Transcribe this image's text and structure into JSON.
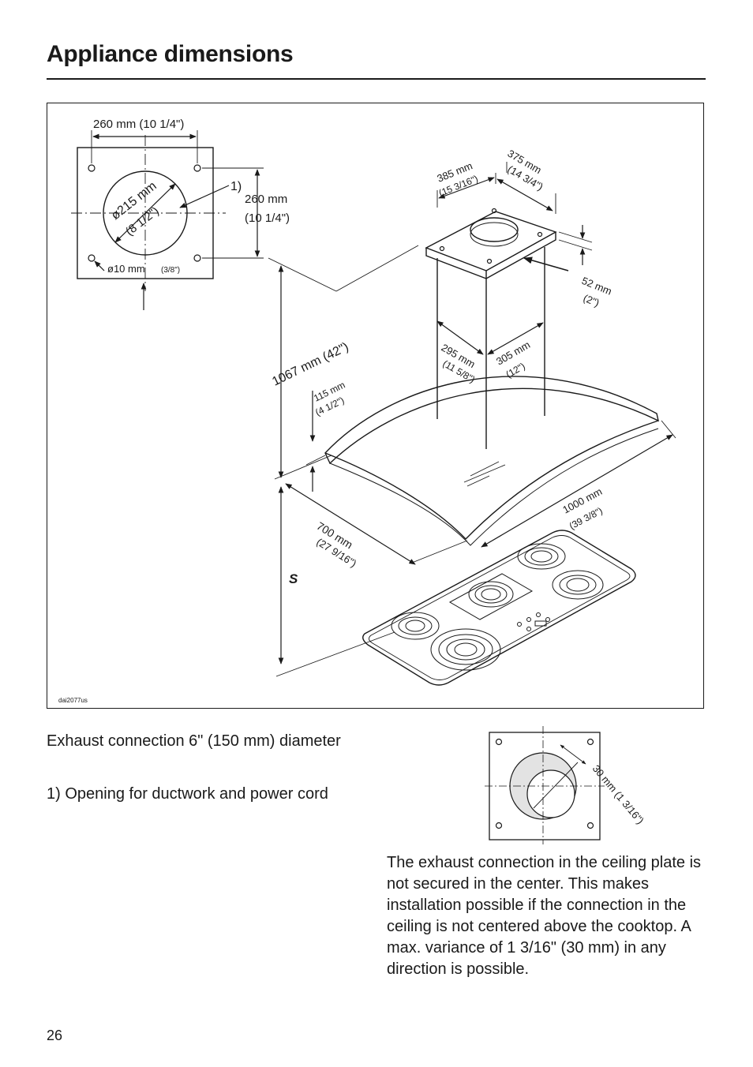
{
  "page": {
    "title": "Appliance dimensions",
    "number": "26"
  },
  "figure": {
    "code": "dai2077us",
    "plate": {
      "width_label": "260 mm (10 1/4\")",
      "height_label_mm": "260 mm",
      "height_label_in": "(10 1/4\")",
      "opening_ref": "1)",
      "duct_diameter_mm": "ø215 mm",
      "duct_diameter_in": "(8 1/2\")",
      "hole_label": "ø10 mm",
      "hole_label_in": "(3/8\")"
    },
    "hood": {
      "plate_depth_mm": "385 mm",
      "plate_depth_in": "(15 3/16\")",
      "plate_width_mm": "375 mm",
      "plate_width_in": "(14 3/4\")",
      "plate_height_mm": "52 mm",
      "plate_height_in": "(2\")",
      "max_height_mm": "1067 mm (42\")",
      "chimney_depth_mm": "295 mm",
      "chimney_depth_in": "(11 5/8\")",
      "chimney_width_mm": "305 mm",
      "chimney_width_in": "(12\")",
      "canopy_height_mm": "115 mm",
      "canopy_height_in": "(4 1/2\")",
      "width_mm": "1000 mm",
      "width_in": "(39 3/8\")",
      "depth_mm": "700 mm",
      "depth_in": "(27 9/16\")",
      "clearance_label": "S"
    }
  },
  "notes": {
    "exhaust": "Exhaust connection 6\" (150 mm) diameter",
    "opening": "1) Opening for ductwork and power cord"
  },
  "detail": {
    "offset_label": "30 mm (1 3/16\")"
  },
  "explanation": {
    "text": "The exhaust connection in the ceiling plate is not secured in the center. This makes installation possible if the connection in the ceiling is not centered above the cooktop. A max. variance of  1 3/16\" (30 mm) in any direction is possible."
  }
}
